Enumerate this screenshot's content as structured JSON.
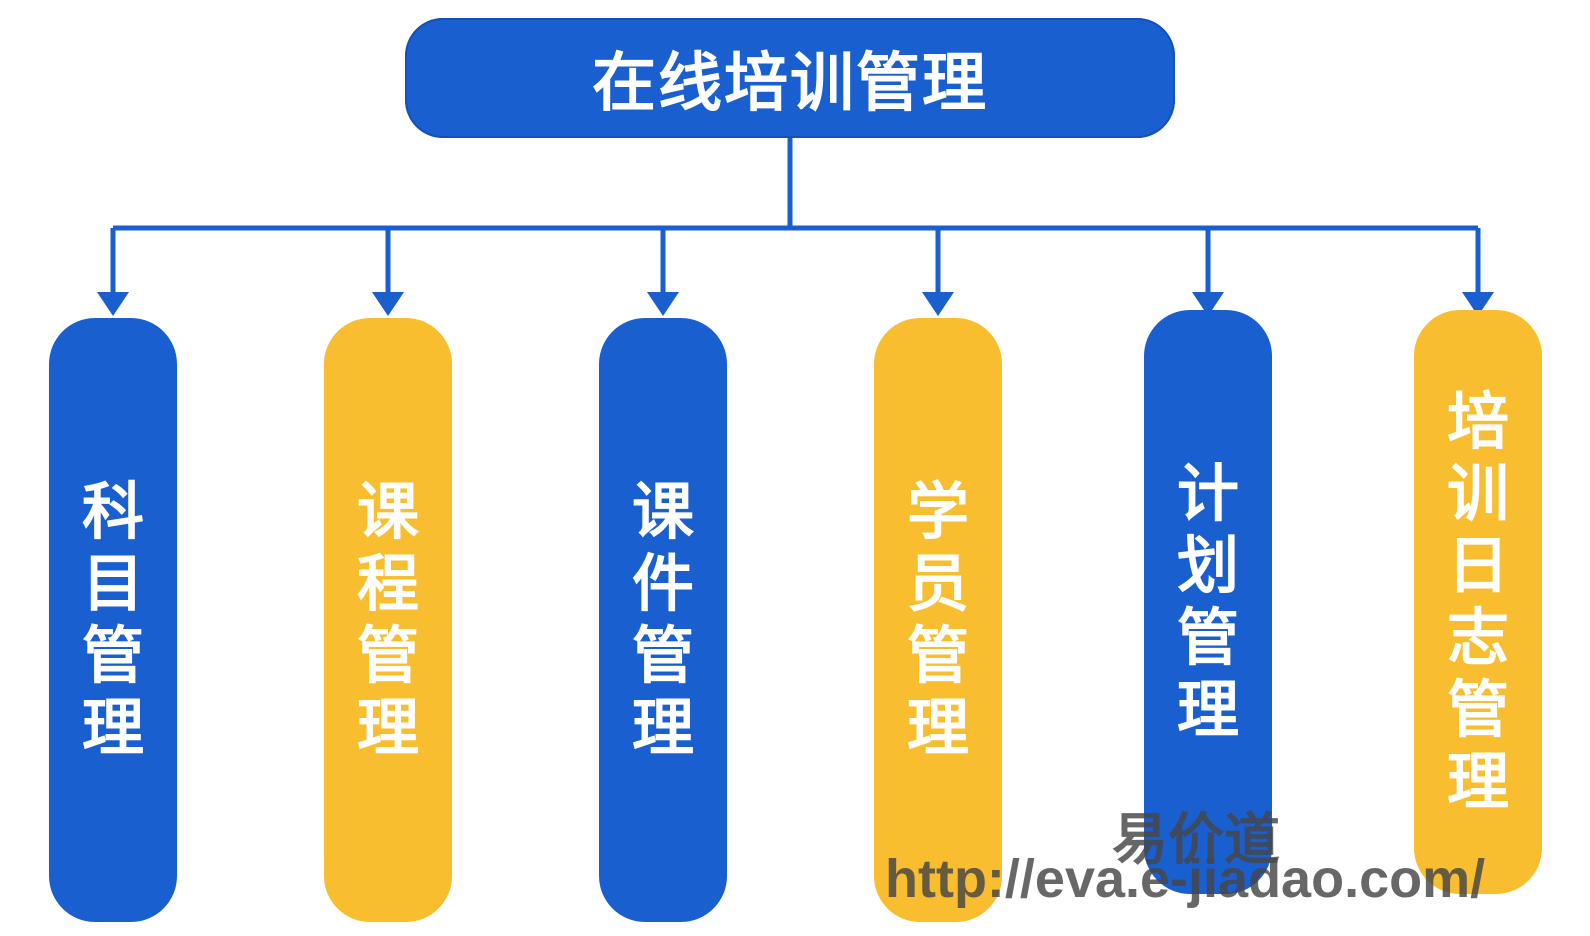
{
  "diagram": {
    "root": {
      "label": "在线培训管理"
    },
    "children": [
      {
        "label": "科目管理",
        "color": "#1a5fd0"
      },
      {
        "label": "课程管理",
        "color": "#f9be2f"
      },
      {
        "label": "课件管理",
        "color": "#1a5fd0"
      },
      {
        "label": "学员管理",
        "color": "#f9be2f"
      },
      {
        "label": "计划管理",
        "color": "#1a5fd0"
      },
      {
        "label": "培训日志管理",
        "color": "#f9be2f"
      }
    ],
    "connector_color": "#1a5fd0"
  },
  "watermark": {
    "brand": "易价道",
    "url": "http://eva.e-jiadao.com/"
  }
}
